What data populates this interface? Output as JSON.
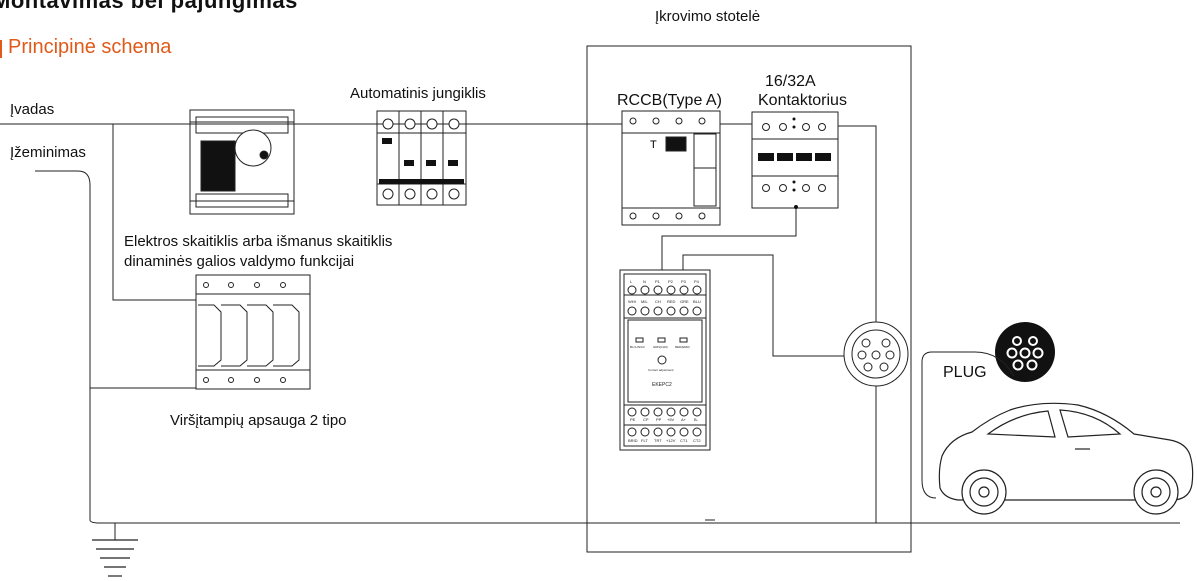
{
  "header": {
    "title": "Montavimas bei pajungimas",
    "subtitle": "Principinė schema",
    "station_label": "Įkrovimo stotelė"
  },
  "labels": {
    "input": "Įvadas",
    "grounding": "Įžeminimas",
    "breaker": "Automatinis jungiklis",
    "meter_line1": "Elektros skaitiklis arba išmanus skaitiklis",
    "meter_line2": "dinaminės galios valdymo funkcijai",
    "spd": "Viršįtampių apsauga 2 tipo",
    "rccb": "RCCB(Type A)",
    "contactor_rating": "16/32A",
    "contactor": "Kontaktorius",
    "plug": "PLUG",
    "rccb_test": "T"
  },
  "controller": {
    "model": "EKEPC2",
    "top_terminals": [
      "L",
      "N",
      "P1",
      "P2",
      "P3",
      "P4"
    ],
    "upper_labels": [
      "WHI",
      "MIL",
      "CH",
      "RED",
      "GRE",
      "BLU"
    ],
    "indicators": [
      "BL=LIN/C2",
      "GRN(CH3)",
      "RED(ERR)"
    ],
    "center_text": "Current adjustment",
    "lower_labels": [
      "PE",
      "CP",
      "PP",
      "+5V",
      "A+",
      "B-"
    ],
    "bottom_labels": [
      "BRID",
      "FLT",
      "TRT",
      "+12V",
      "CT1",
      "CT2"
    ]
  },
  "colors": {
    "accent": "#e05a1a",
    "line": "#222222"
  }
}
